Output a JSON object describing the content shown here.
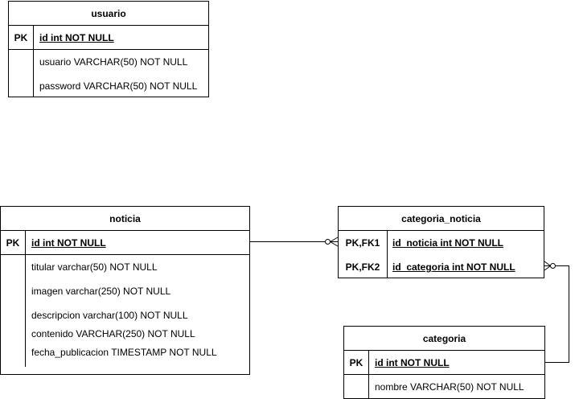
{
  "entities": {
    "usuario": {
      "title": "usuario",
      "pk_key": "PK",
      "pk_field": "id int NOT NULL",
      "fields": [
        "usuario VARCHAR(50) NOT NULL",
        "password VARCHAR(50) NOT NULL"
      ]
    },
    "noticia": {
      "title": "noticia",
      "pk_key": "PK",
      "pk_field": "id int NOT NULL",
      "fields": [
        "titular varchar(50) NOT NULL",
        "imagen varchar(250) NOT NULL",
        "descripcion varchar(100) NOT NULL",
        "contenido VARCHAR(250) NOT NULL",
        "fecha_publicacion TIMESTAMP NOT NULL"
      ]
    },
    "categoria_noticia": {
      "title": "categoria_noticia",
      "keys": [
        {
          "key": "PK,FK1",
          "field": "id_noticia int NOT NULL"
        },
        {
          "key": "PK,FK2",
          "field": "id_categoria int NOT NULL"
        }
      ]
    },
    "categoria": {
      "title": "categoria",
      "pk_key": "PK",
      "pk_field": "id int NOT NULL",
      "fields": [
        "nombre VARCHAR(50) NOT NULL"
      ]
    }
  },
  "relationships": [
    {
      "from": "noticia.id",
      "to": "categoria_noticia.id_noticia",
      "cardinality": "one-to-zero-or-many"
    },
    {
      "from": "categoria.id",
      "to": "categoria_noticia.id_categoria",
      "cardinality": "one-to-zero-or-many"
    }
  ]
}
